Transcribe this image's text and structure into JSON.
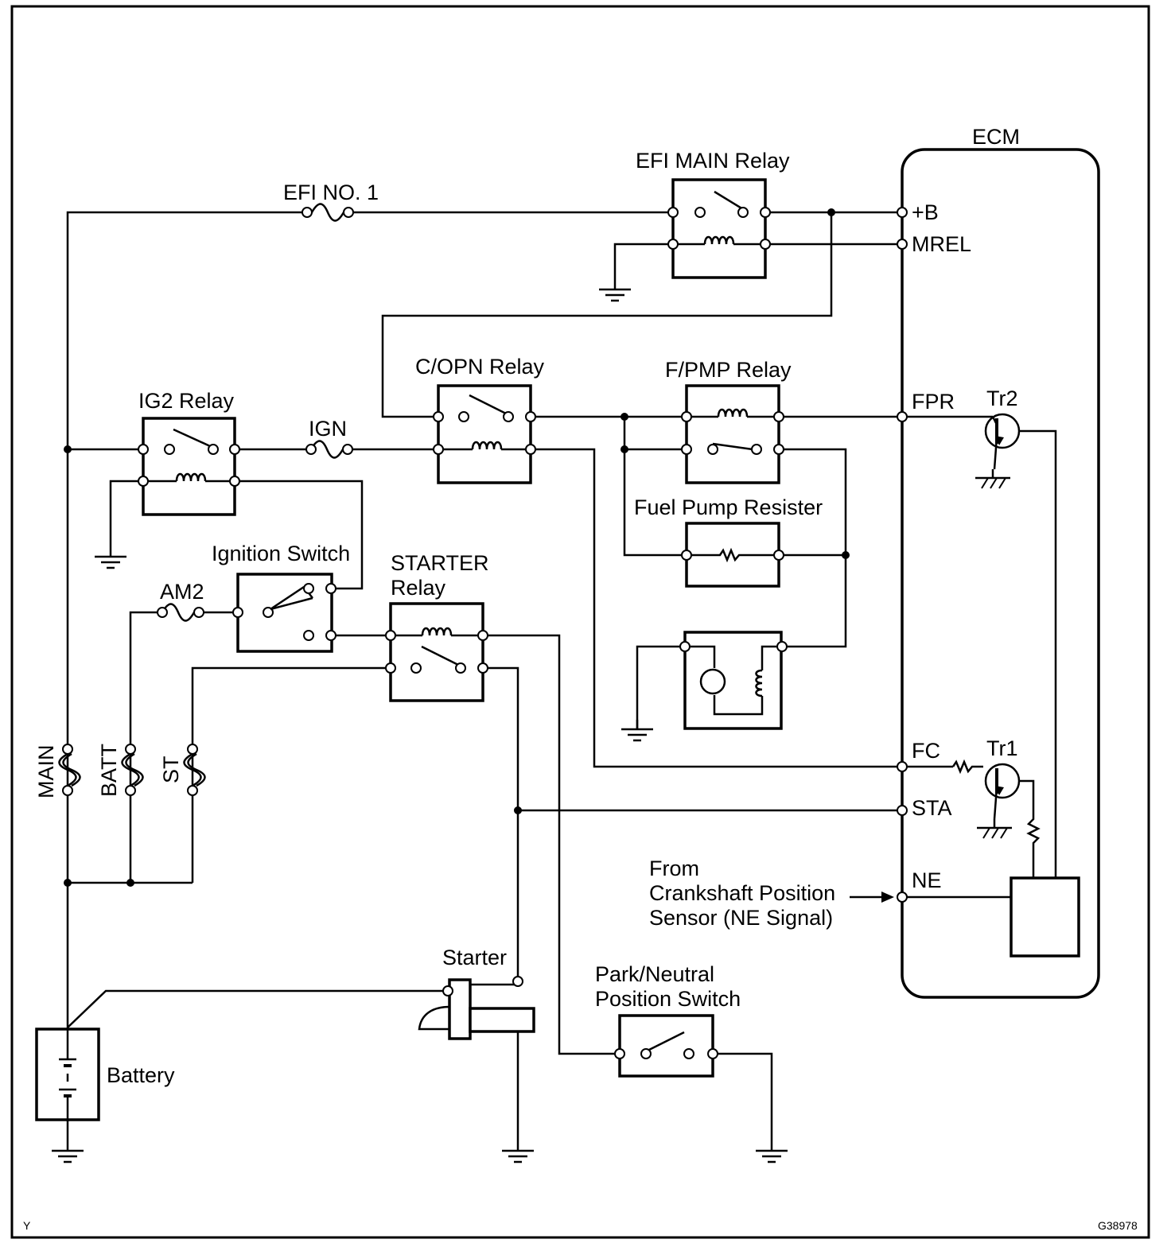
{
  "labels": {
    "ecm": "ECM",
    "efi_main_relay": "EFI MAIN Relay",
    "efi_no1": "EFI NO. 1",
    "plus_b": "+B",
    "mrel": "MREL",
    "c_opn_relay": "C/OPN Relay",
    "f_pmp_relay": "F/PMP Relay",
    "fpr": "FPR",
    "tr2": "Tr2",
    "ig2_relay": "IG2 Relay",
    "ign": "IGN",
    "fuel_pump_resister": "Fuel Pump Resister",
    "ignition_switch": "Ignition Switch",
    "starter_relay_line1": "STARTER",
    "starter_relay_line2": "Relay",
    "am2": "AM2",
    "main": "MAIN",
    "batt": "BATT",
    "st": "ST",
    "fc": "FC",
    "tr1": "Tr1",
    "sta": "STA",
    "ne": "NE",
    "from_line1": "From",
    "from_line2": "Crankshaft Position",
    "from_line3": "Sensor (NE Signal)",
    "starter": "Starter",
    "pn_switch_line1": "Park/Neutral",
    "pn_switch_line2": "Position Switch",
    "battery": "Battery",
    "corner_left": "Y",
    "figure_id": "G38978"
  }
}
